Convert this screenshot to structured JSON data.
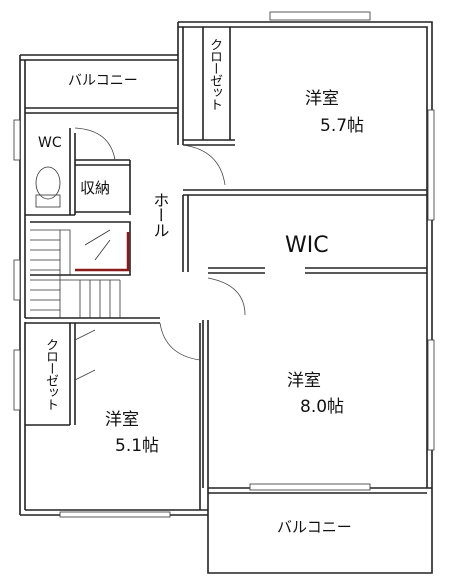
{
  "rooms": {
    "balcony_top": "バルコニー",
    "closet_top": "クローゼット",
    "bedroom_a_name": "洋室",
    "bedroom_a_size": "5.7帖",
    "wc": "WC",
    "storage": "収納",
    "hall": "ホール",
    "wic": "WIC",
    "bedroom_b_name": "洋室",
    "bedroom_b_size": "8.0帖",
    "closet_left": "クローゼット",
    "bedroom_c_name": "洋室",
    "bedroom_c_size": "5.1帖",
    "balcony_bottom": "バルコニー"
  },
  "colors": {
    "wall": "#222222",
    "stair_accent": "#8b1a1a",
    "background": "#ffffff"
  }
}
